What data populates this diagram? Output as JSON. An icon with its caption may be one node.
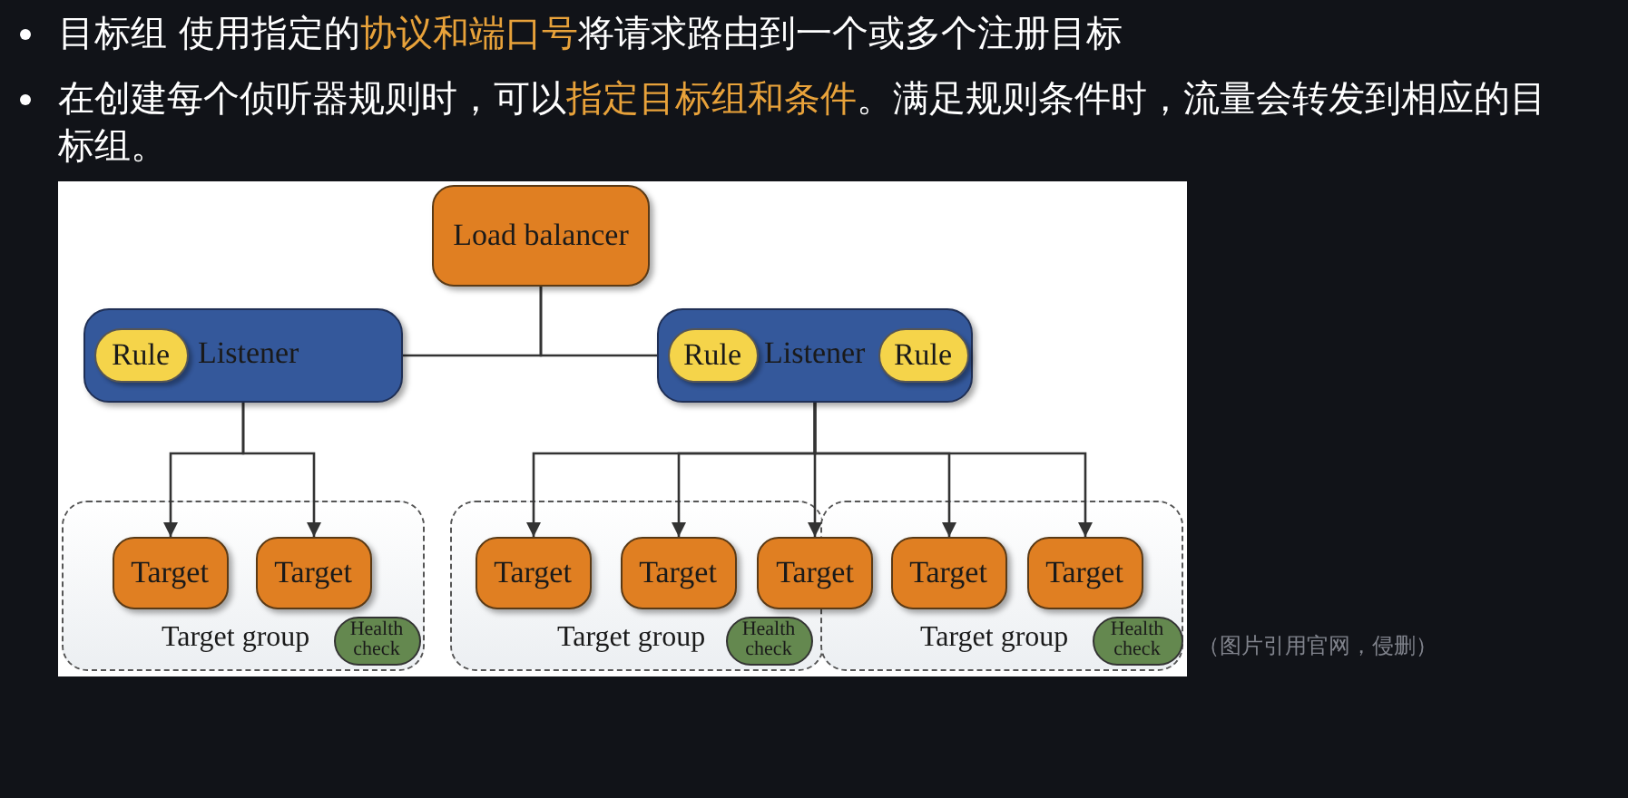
{
  "diagram": {
    "nodes": [
      {
        "text": [
          "Load balancer"
        ]
      },
      {
        "text": [
          "Listener"
        ]
      },
      {
        "text": [
          "Rule"
        ],
        "in": 1
      },
      {
        "text": [
          "Listener"
        ]
      },
      {
        "text": [
          "Rule"
        ],
        "in": 3
      },
      {
        "text": [
          "Rule"
        ],
        "in": 3
      },
      {
        "text": [
          "Target group"
        ]
      },
      {
        "text": [
          "Target"
        ],
        "in": 6
      },
      {
        "text": [
          "Target"
        ],
        "in": 6
      },
      {
        "text": [
          "Health check"
        ],
        "in": 6
      },
      {
        "text": [
          "Target group"
        ]
      },
      {
        "text": [
          "Target"
        ],
        "in": 10
      },
      {
        "text": [
          "Target"
        ],
        "in": 10
      },
      {
        "text": [
          "Target"
        ]
      },
      {
        "text": [
          "Health check"
        ],
        "in": 10
      },
      {
        "text": [
          "Target group"
        ]
      },
      {
        "text": [
          "Target"
        ],
        "in": 15
      },
      {
        "text": [
          "Target"
        ],
        "in": 15
      },
      {
        "text": [
          "Health check"
        ],
        "in": 15
      }
    ],
    "edges": [
      {
        "from": 0,
        "to": 1,
        "arrow": "none"
      },
      {
        "from": 0,
        "to": 3,
        "arrow": "none"
      },
      {
        "from": 1,
        "to": 7,
        "arrow": "to"
      },
      {
        "from": 1,
        "to": 8,
        "arrow": "to"
      },
      {
        "from": 3,
        "to": 11,
        "arrow": "to"
      },
      {
        "from": 3,
        "to": 12,
        "arrow": "to"
      },
      {
        "from": 3,
        "to": 13,
        "arrow": "to"
      },
      {
        "from": 3,
        "to": 16,
        "arrow": "to"
      },
      {
        "from": 3,
        "to": 17,
        "arrow": "to"
      }
    ],
    "labels": [
      "目标组 使用指定的**协议和端口号**将请求路由到一个或多个注册目标",
      "在创建每个侦听器规则时，可以**指定目标组和条件**。满足规则条件时，流量会转发到相应的目标组。",
      "（图片引用官网，侵删）"
    ]
  }
}
